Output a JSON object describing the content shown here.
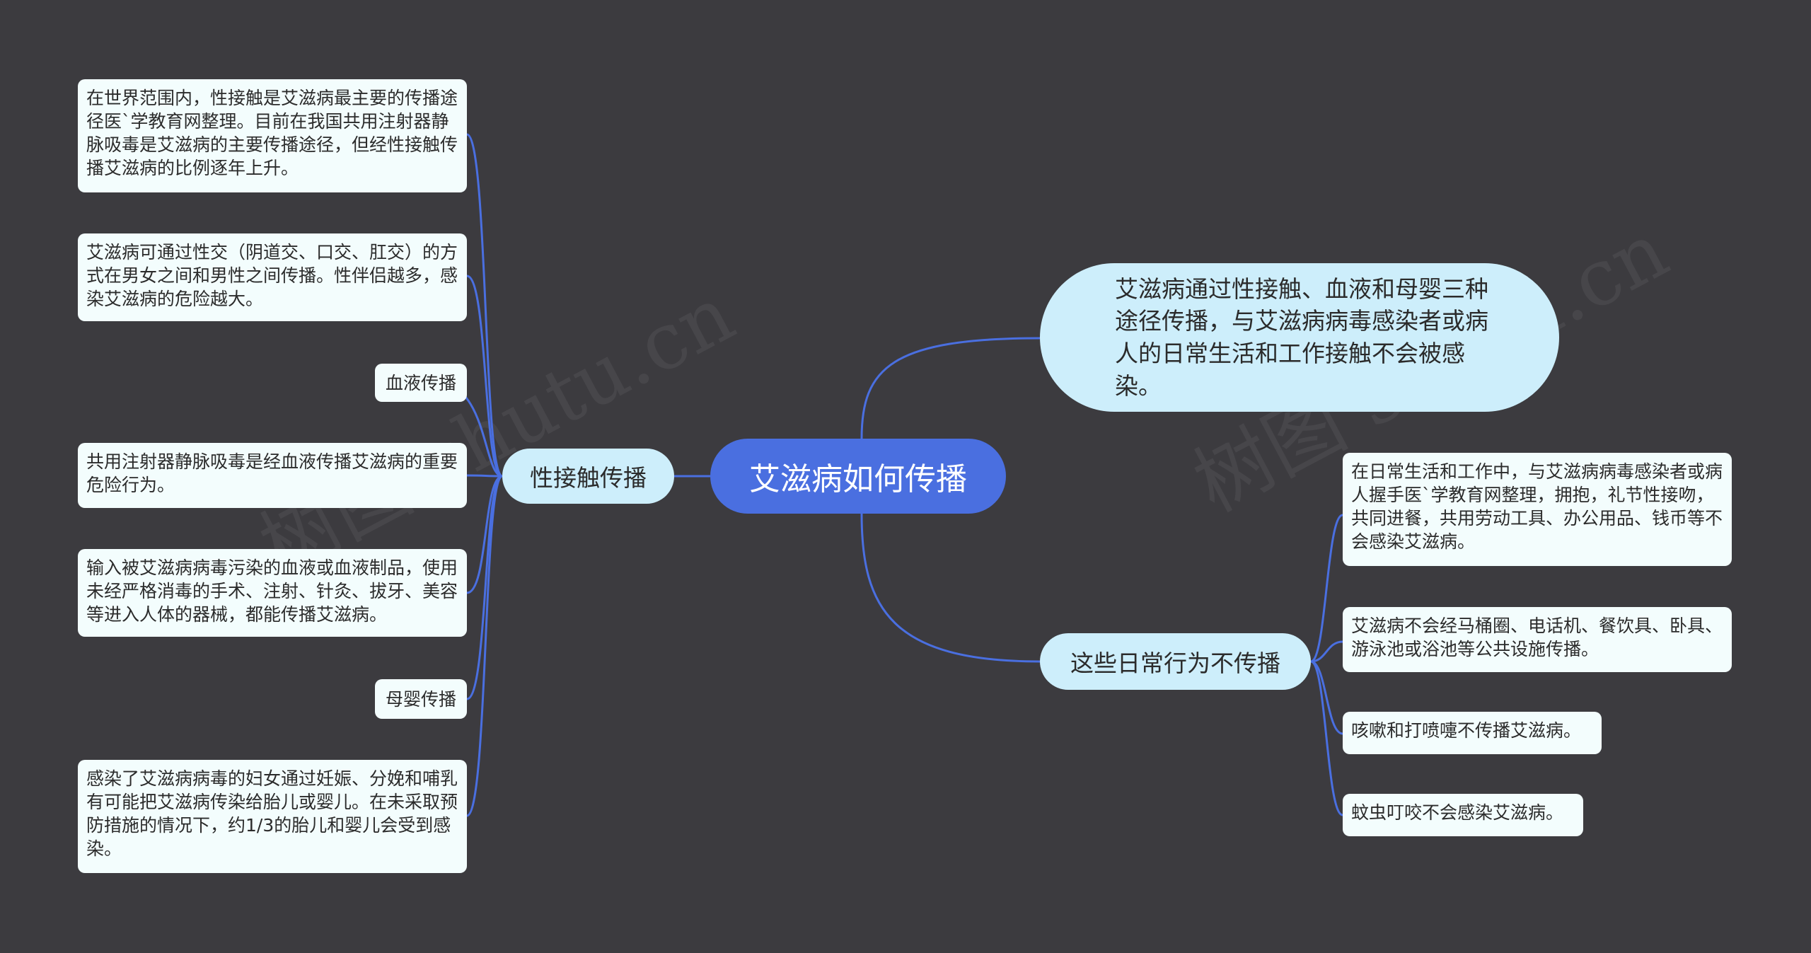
{
  "root": {
    "label": "艾滋病如何传播"
  },
  "summary": {
    "text": "艾滋病通过性接触、血液和母婴三种途径传播，与艾滋病病毒感染者或病人的日常生活和工作接触不会被感染。"
  },
  "left_branch": {
    "label": "性接触传播",
    "leaves": [
      "在世界范围内，性接触是艾滋病最主要的传播途径医`学教育网整理。目前在我国共用注射器静脉吸毒是艾滋病的主要传播途径，但经性接触传播艾滋病的比例逐年上升。",
      "艾滋病可通过性交（阴道交、口交、肛交）的方式在男女之间和男性之间传播。性伴侣越多，感染艾滋病的危险越大。",
      "血液传播",
      "共用注射器静脉吸毒是经血液传播艾滋病的重要危险行为。",
      "输入被艾滋病病毒污染的血液或血液制品，使用未经严格消毒的手术、注射、针灸、拔牙、美容等进入人体的器械，都能传播艾滋病。",
      "母婴传播",
      "感染了艾滋病病毒的妇女通过妊娠、分娩和哺乳有可能把艾滋病传染给胎儿或婴儿。在未采取预防措施的情况下，约1/3的胎儿和婴儿会受到感染。"
    ]
  },
  "right_branch": {
    "label": "这些日常行为不传播",
    "leaves": [
      "在日常生活和工作中，与艾滋病病毒感染者或病人握手医`学教育网整理，拥抱，礼节性接吻，共同进餐，共用劳动工具、办公用品、钱币等不会感染艾滋病。",
      "艾滋病不会经马桶圈、电话机、餐饮具、卧具、游泳池或浴池等公共设施传播。",
      "咳嗽和打喷嚏不传播艾滋病。",
      "蚊虫叮咬不会感染艾滋病。"
    ]
  },
  "colors": {
    "background": "#3c3b3f",
    "root": "#4a6fe0",
    "branch": "#cdeefb",
    "leaf": "#f3fdfd",
    "link": "#4a6fe0"
  }
}
